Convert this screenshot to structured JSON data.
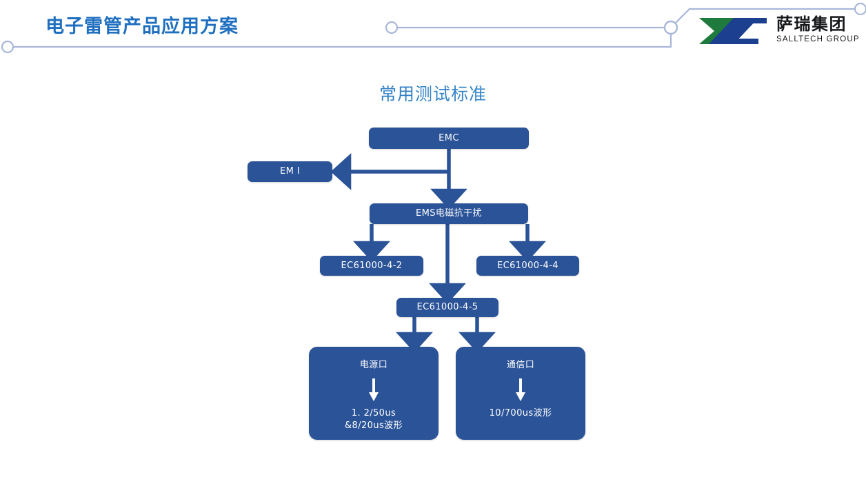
{
  "header": {
    "title": "电子雷管产品应用方案",
    "title_color": "#1f6fc0",
    "deco_color": "#a8b6d8"
  },
  "logo": {
    "name_cn": "萨瑞集团",
    "name_en": "SALLTECH GROUP",
    "mark_green": "#1f7a3d",
    "mark_blue": "#1d3f8f",
    "text_color": "#16181a"
  },
  "slide": {
    "title": "常用测试标准",
    "title_gradient_from": "#1a5fa8",
    "title_gradient_to": "#56a3d6"
  },
  "chart_data": {
    "type": "diagram",
    "title": "常用测试标准",
    "node_fill": "#2b5398",
    "node_text_color": "#ffffff",
    "connector_color": "#2b5398",
    "nodes": [
      {
        "id": "emc",
        "label": "EMC"
      },
      {
        "id": "emi",
        "label": "EM I"
      },
      {
        "id": "ems",
        "label": "EMS电磁抗干扰"
      },
      {
        "id": "iec442",
        "label": "EC61000-4-2"
      },
      {
        "id": "iec444",
        "label": "EC61000-4-4"
      },
      {
        "id": "iec445",
        "label": "EC61000-4-5"
      },
      {
        "id": "power",
        "label": "电源口",
        "sub_line1": "1. 2/50us",
        "sub_line2": "&8/20us波形"
      },
      {
        "id": "comm",
        "label": "通信口",
        "sub_line1": "10/700us波形",
        "sub_line2": ""
      }
    ],
    "edges": [
      {
        "from": "emc",
        "to": "emi",
        "style": "elbow-left"
      },
      {
        "from": "emc",
        "to": "ems",
        "style": "straight-down"
      },
      {
        "from": "ems",
        "to": "iec442",
        "style": "elbow-down-left"
      },
      {
        "from": "ems",
        "to": "iec444",
        "style": "elbow-down-right"
      },
      {
        "from": "ems",
        "to": "iec445",
        "style": "straight-down"
      },
      {
        "from": "iec445",
        "to": "power",
        "style": "elbow-down-left"
      },
      {
        "from": "iec445",
        "to": "comm",
        "style": "elbow-down-right"
      }
    ]
  }
}
